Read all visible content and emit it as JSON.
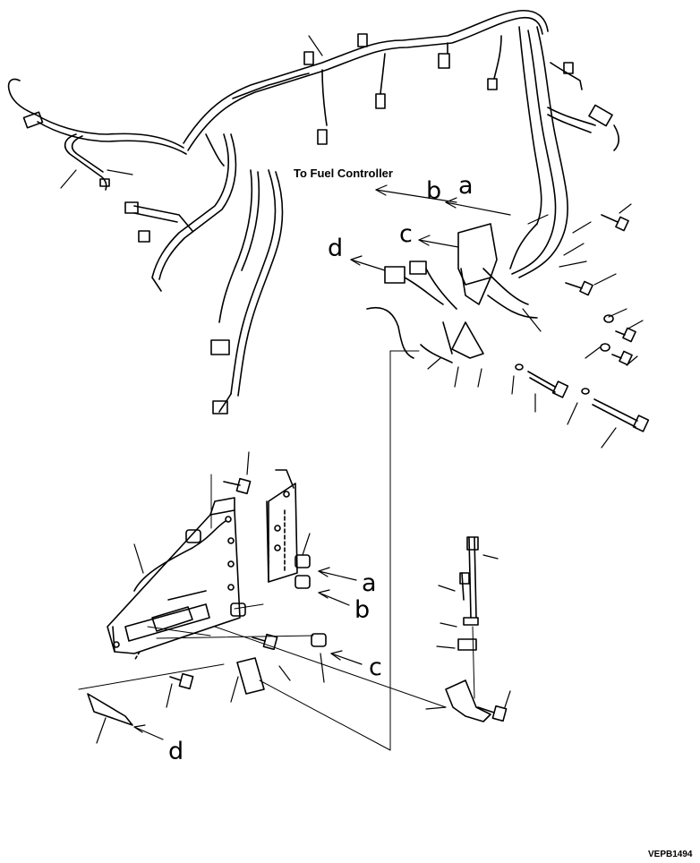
{
  "note": "To Fuel Controller",
  "callouts": {
    "a_top": "a",
    "b_top": "b",
    "c_top": "c",
    "d_top": "d",
    "a_bottom": "a",
    "b_bottom": "b",
    "c_bottom": "c",
    "d_bottom": "d"
  },
  "drawing_code": "VEPB1494",
  "colors": {
    "line": "#000000",
    "background": "#ffffff"
  }
}
